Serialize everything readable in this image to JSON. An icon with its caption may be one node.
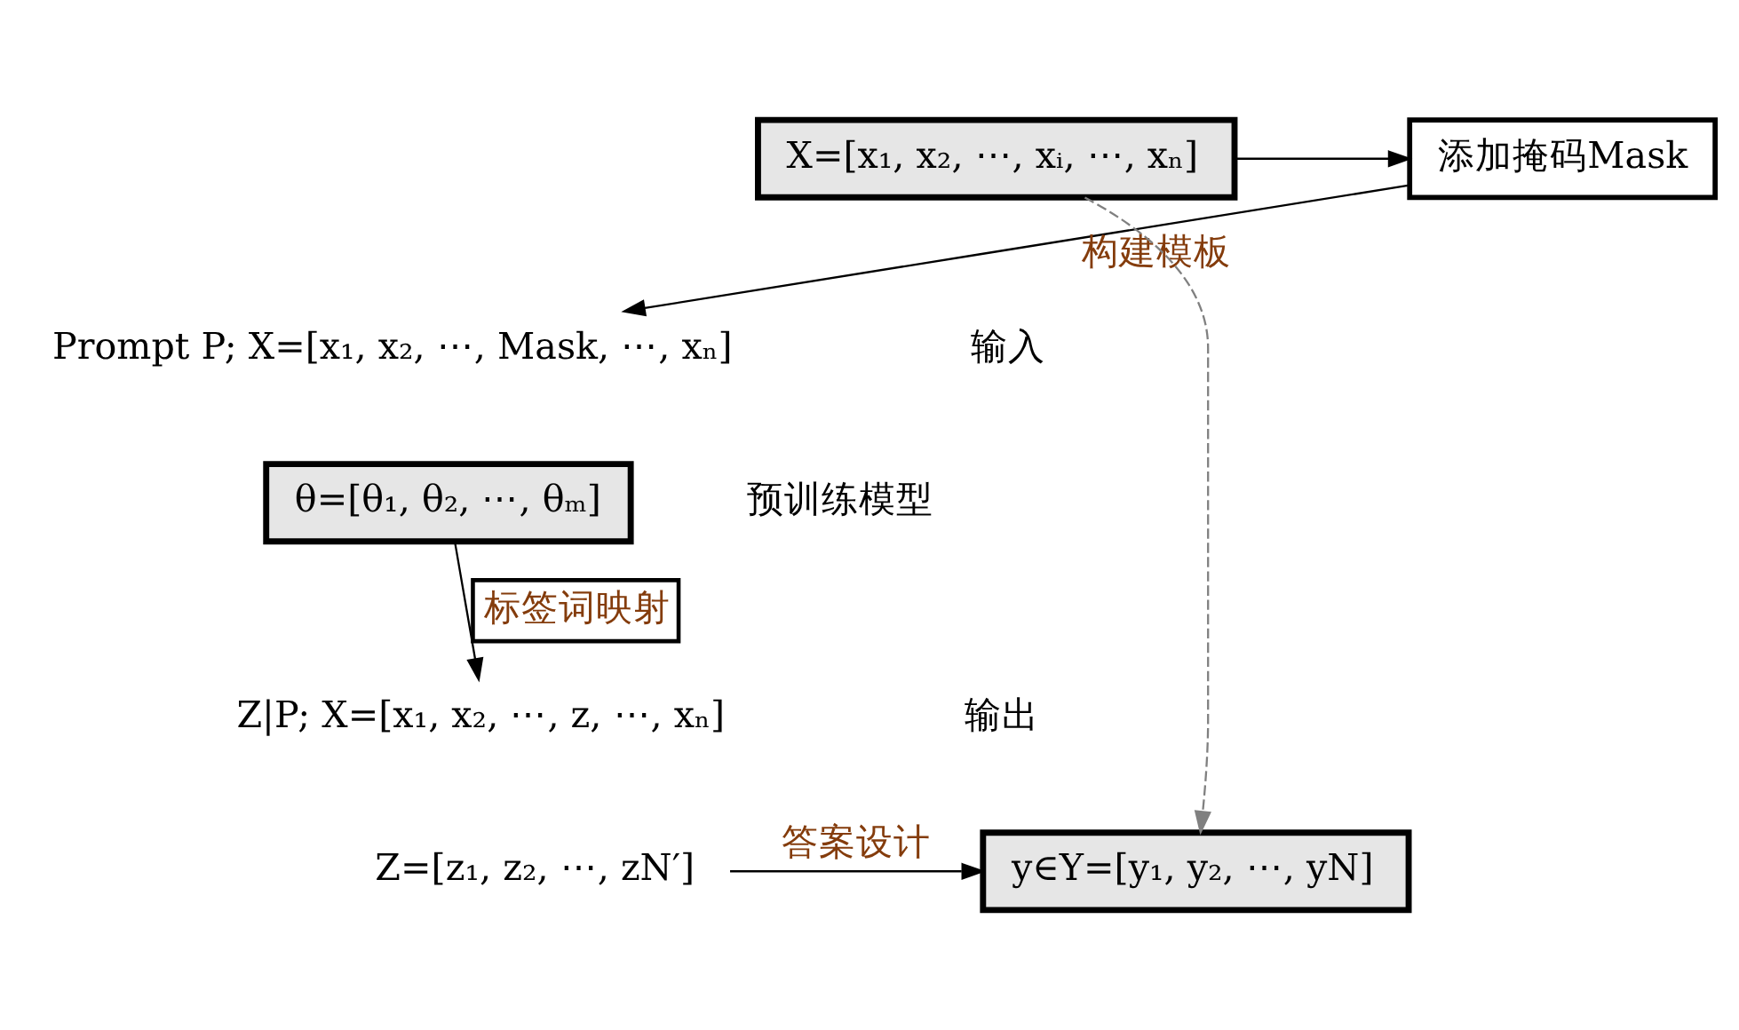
{
  "diagram": {
    "nodes": [
      {
        "text": [
          "添加掩码Mask"
        ]
      },
      {
        "text": [
          "X=[x₁, x₂, ⋯, xᵢ, ⋯, xₙ]"
        ]
      },
      {
        "text": [
          "Prompt P; X=[x₁, x₂, ⋯, Mask, ⋯, xₙ]"
        ]
      },
      {
        "text": [
          "θ=[θ₁, θ₂, ⋯, θₘ]"
        ],
        "beside": [
          "预训练模型"
        ]
      },
      {
        "text": [
          "Z|P; X=[x₁, x₂, ⋯, z, ⋯, xₙ]"
        ]
      },
      {
        "text": [
          "Z=[z₁, z₂, ⋯, zN′]"
        ]
      },
      {
        "text": [
          "y∈Y=[y₁, y₂, ⋯, yN]"
        ]
      }
    ],
    "edges": [
      {
        "from": 1,
        "to": 0,
        "arrow": "to"
      },
      {
        "from": 0,
        "to": 2,
        "arrow": "to",
        "label": "构建模板"
      },
      {
        "from": 3,
        "to": 4,
        "arrow": "to",
        "label": "标签词映射"
      },
      {
        "from": 5,
        "to": 6,
        "arrow": "to",
        "label": "答案设计"
      },
      {
        "from": 1,
        "to": 6,
        "arrow": "to",
        "style": "dashed",
        "color": "#808080"
      }
    ],
    "labels": [
      "输入",
      "输出"
    ]
  }
}
